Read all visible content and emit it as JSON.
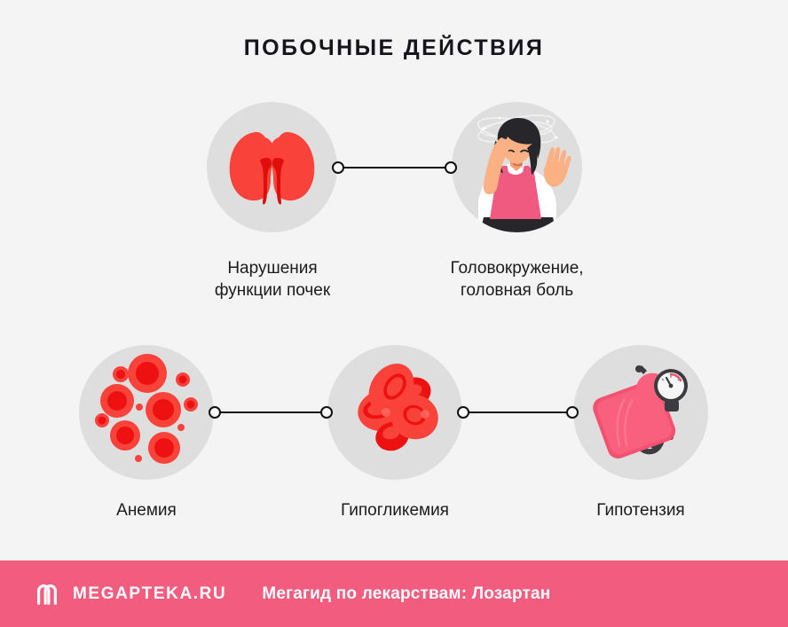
{
  "page": {
    "title": "ПОБОЧНЫЕ ДЕЙСТВИЯ",
    "background_color": "#f4f4f4",
    "bubble_color": "#dededf",
    "accent_red": "#f9423a",
    "accent_pink": "#f25c7e"
  },
  "nodes": [
    {
      "id": "kidney",
      "label": "Нарушения\nфункции почек",
      "icon": "kidneys-icon"
    },
    {
      "id": "dizziness",
      "label": "Головокружение,\nголовная боль",
      "icon": "dizzy-woman-icon"
    },
    {
      "id": "anemia",
      "label": "Анемия",
      "icon": "blood-cells-scattered-icon"
    },
    {
      "id": "hypoglycemia",
      "label": "Гипогликемия",
      "icon": "blood-cells-cluster-icon"
    },
    {
      "id": "hypotension",
      "label": "Гипотензия",
      "icon": "blood-pressure-monitor-icon"
    }
  ],
  "footer": {
    "logo": "megapteka-m-logo",
    "brand": "MEGAPTEKA.RU",
    "tagline": "Мегагид по лекарствам: Лозартан",
    "background_color": "#f25c7e"
  }
}
